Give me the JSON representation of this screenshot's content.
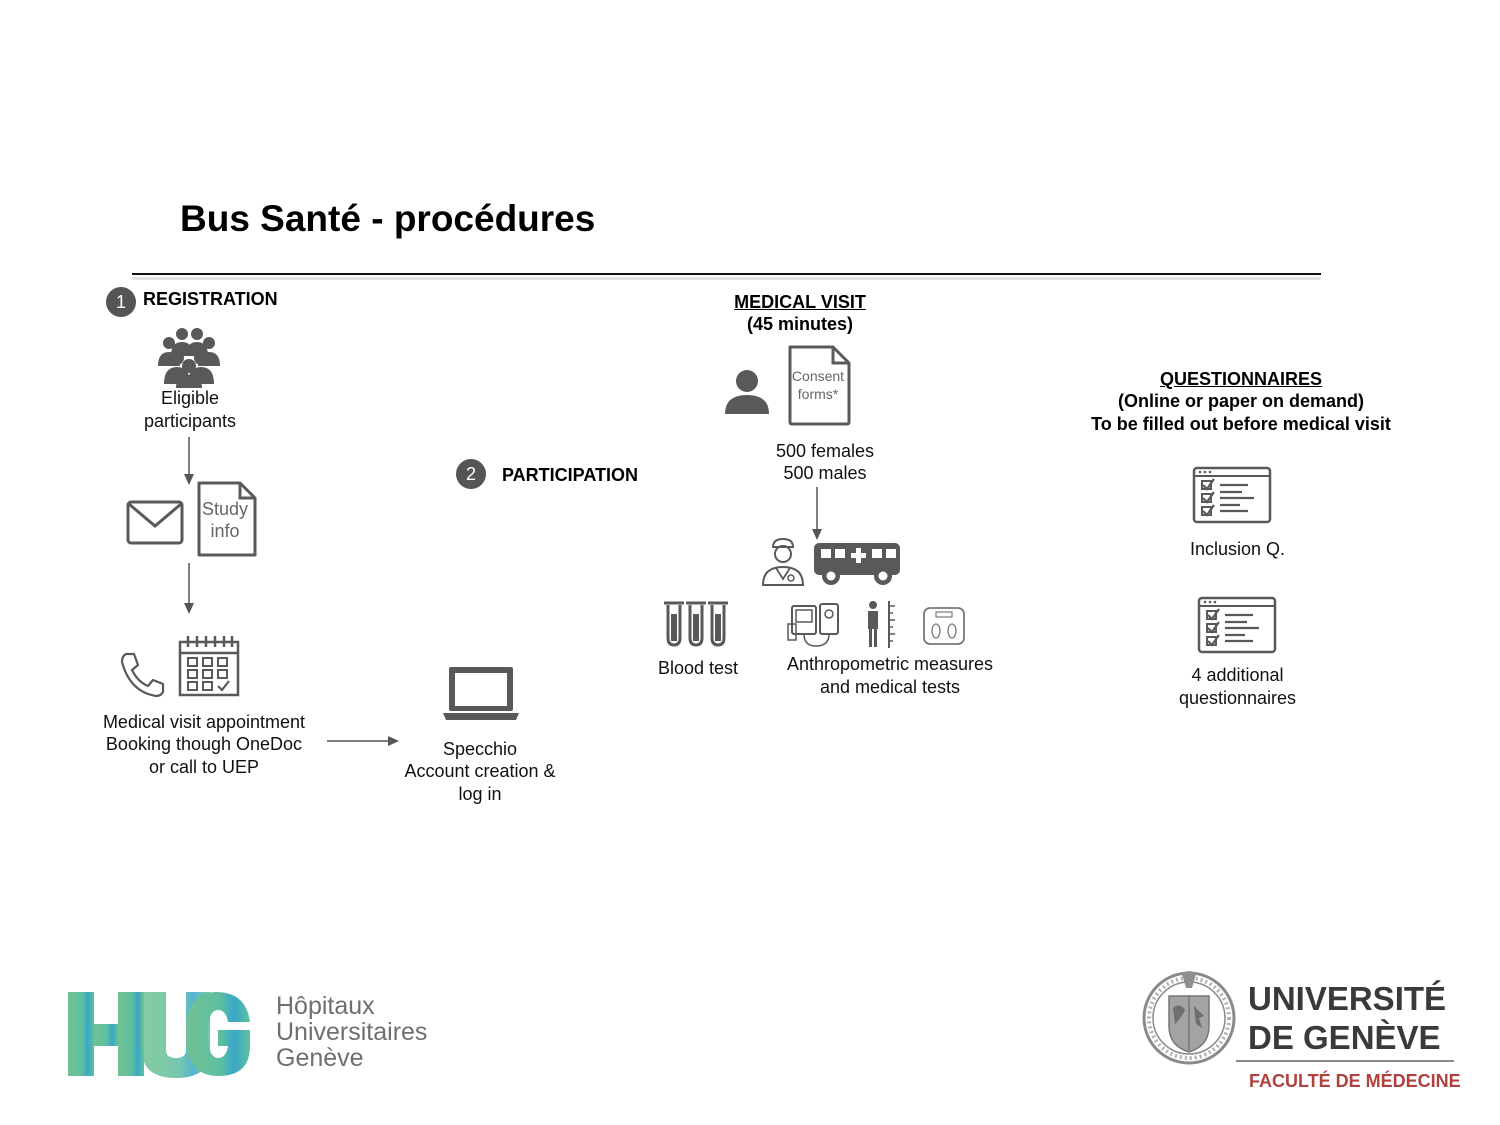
{
  "title": "Bus Santé - procédures",
  "registration": {
    "step_number": "1",
    "heading": "REGISTRATION",
    "eligible_line1": "Eligible",
    "eligible_line2": "participants",
    "study_info_line1": "Study",
    "study_info_line2": "info",
    "appointment_line1": "Medical visit appointment",
    "appointment_line2": "Booking though OneDoc",
    "appointment_line3": "or call to UEP"
  },
  "participation": {
    "step_number": "2",
    "heading": "PARTICIPATION",
    "specchio_line1": "Specchio",
    "specchio_line2": "Account creation &",
    "specchio_line3": "log in"
  },
  "medical_visit": {
    "heading": "MEDICAL VISIT",
    "duration": "(45 minutes)",
    "consent_line1": "Consent",
    "consent_line2": "forms*",
    "females": "500 females",
    "males": "500 males",
    "blood_test": "Blood test",
    "anthro_line1": "Anthropometric measures",
    "anthro_line2": "and medical tests"
  },
  "questionnaires": {
    "heading": "QUESTIONNAIRES",
    "subtitle1": "(Online or paper on demand)",
    "subtitle2": "To be filled out before medical visit",
    "inclusion": "Inclusion Q.",
    "additional_line1": "4 additional",
    "additional_line2": "questionnaires"
  },
  "logos": {
    "hug_letters": "HUG",
    "hug_line1": "Hôpitaux",
    "hug_line2": "Universitaires",
    "hug_line3": "Genève",
    "unige_line1": "UNIVERSITÉ",
    "unige_line2": "DE GENÈVE",
    "unige_line3": "FACULTÉ DE MÉDECINE"
  },
  "colors": {
    "icon_gray": "#595959",
    "hug_green": "#6cc08f",
    "hug_blue": "#3aa6c8",
    "unige_red": "#b0413e"
  }
}
